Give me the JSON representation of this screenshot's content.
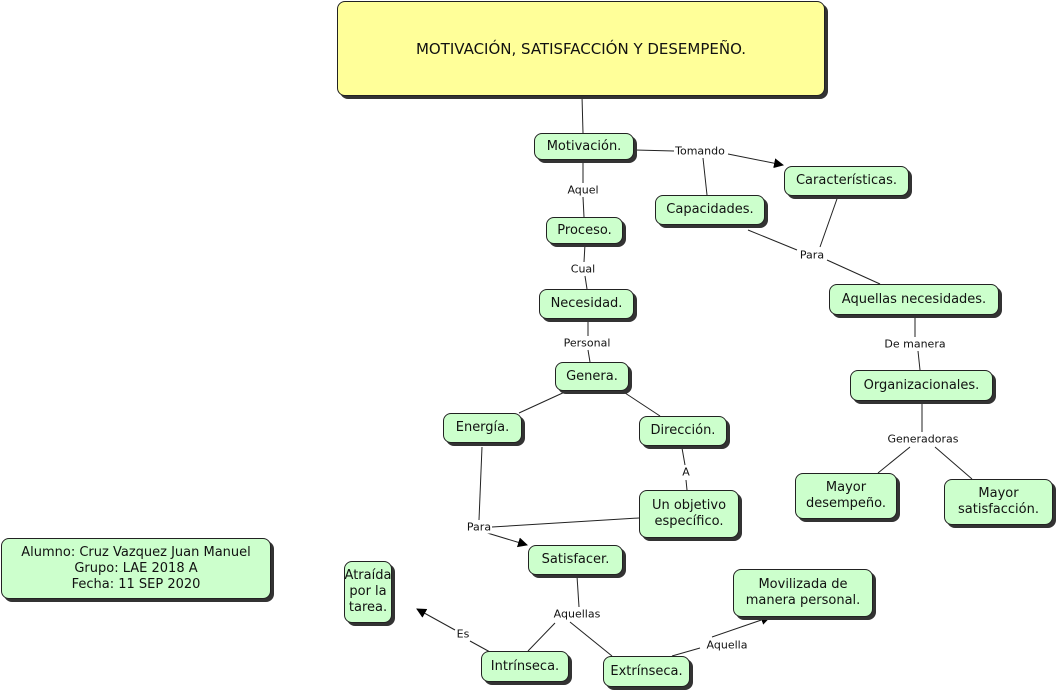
{
  "title": "MOTIVACIÓN, SATISFACCIÓN Y DESEMPEÑO.",
  "nodes": {
    "motivacion": "Motivación.",
    "caracteristicas": "Características.",
    "capacidades": "Capacidades.",
    "proceso": "Proceso.",
    "aquellas_necesidades": "Aquellas necesidades.",
    "necesidad": "Necesidad.",
    "genera": "Genera.",
    "organizacionales": "Organizacionales.",
    "energia": "Energía.",
    "direccion": "Dirección.",
    "objetivo": "Un objetivo\nespecífico.",
    "mayor_desempeno": "Mayor\ndesempeño.",
    "mayor_satisfaccion": "Mayor\nsatisfacción.",
    "satisfacer": "Satisfacer.",
    "atraida": "Atraída\npor la\ntarea.",
    "movilizada": "Movilizada de\nmanera personal.",
    "intrinseca": "Intrínseca.",
    "extrinseca": "Extrínseca.",
    "alumno": "Alumno: Cruz Vazquez Juan Manuel\nGrupo: LAE 2018 A\nFecha: 11 SEP 2020"
  },
  "links": {
    "tomando": "Tomando",
    "aquel": "Aquel",
    "cual": "Cual",
    "para1": "Para",
    "personal": "Personal",
    "de_manera": "De manera",
    "generadoras": "Generadoras",
    "a": "A",
    "para2": "Para",
    "aquellas": "Aquellas",
    "es": "Es",
    "aquella": "Aquella"
  },
  "colors": {
    "node": "#ccffcc",
    "title": "#ffff99"
  }
}
